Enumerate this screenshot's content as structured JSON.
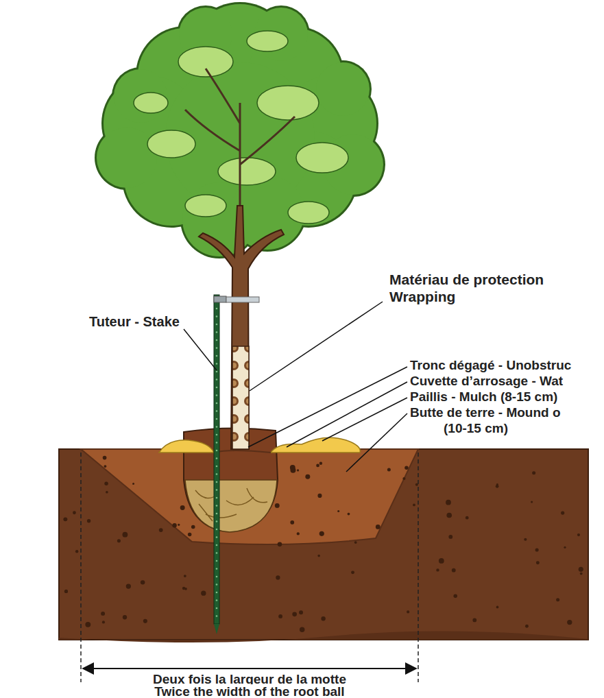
{
  "diagram": {
    "labels": [
      "Matériau de protection",
      "Wrapping",
      "Tuteur - Stake",
      "Tronc dégagé - Unobstruc",
      "Cuvette d’arrosage - Wat",
      "Paillis - Mulch (8-15 cm)",
      "Butte de terre - Mound o",
      "(10-15 cm)",
      "Deux fois la largeur de la motte",
      "Twice the width of the root ball"
    ]
  }
}
